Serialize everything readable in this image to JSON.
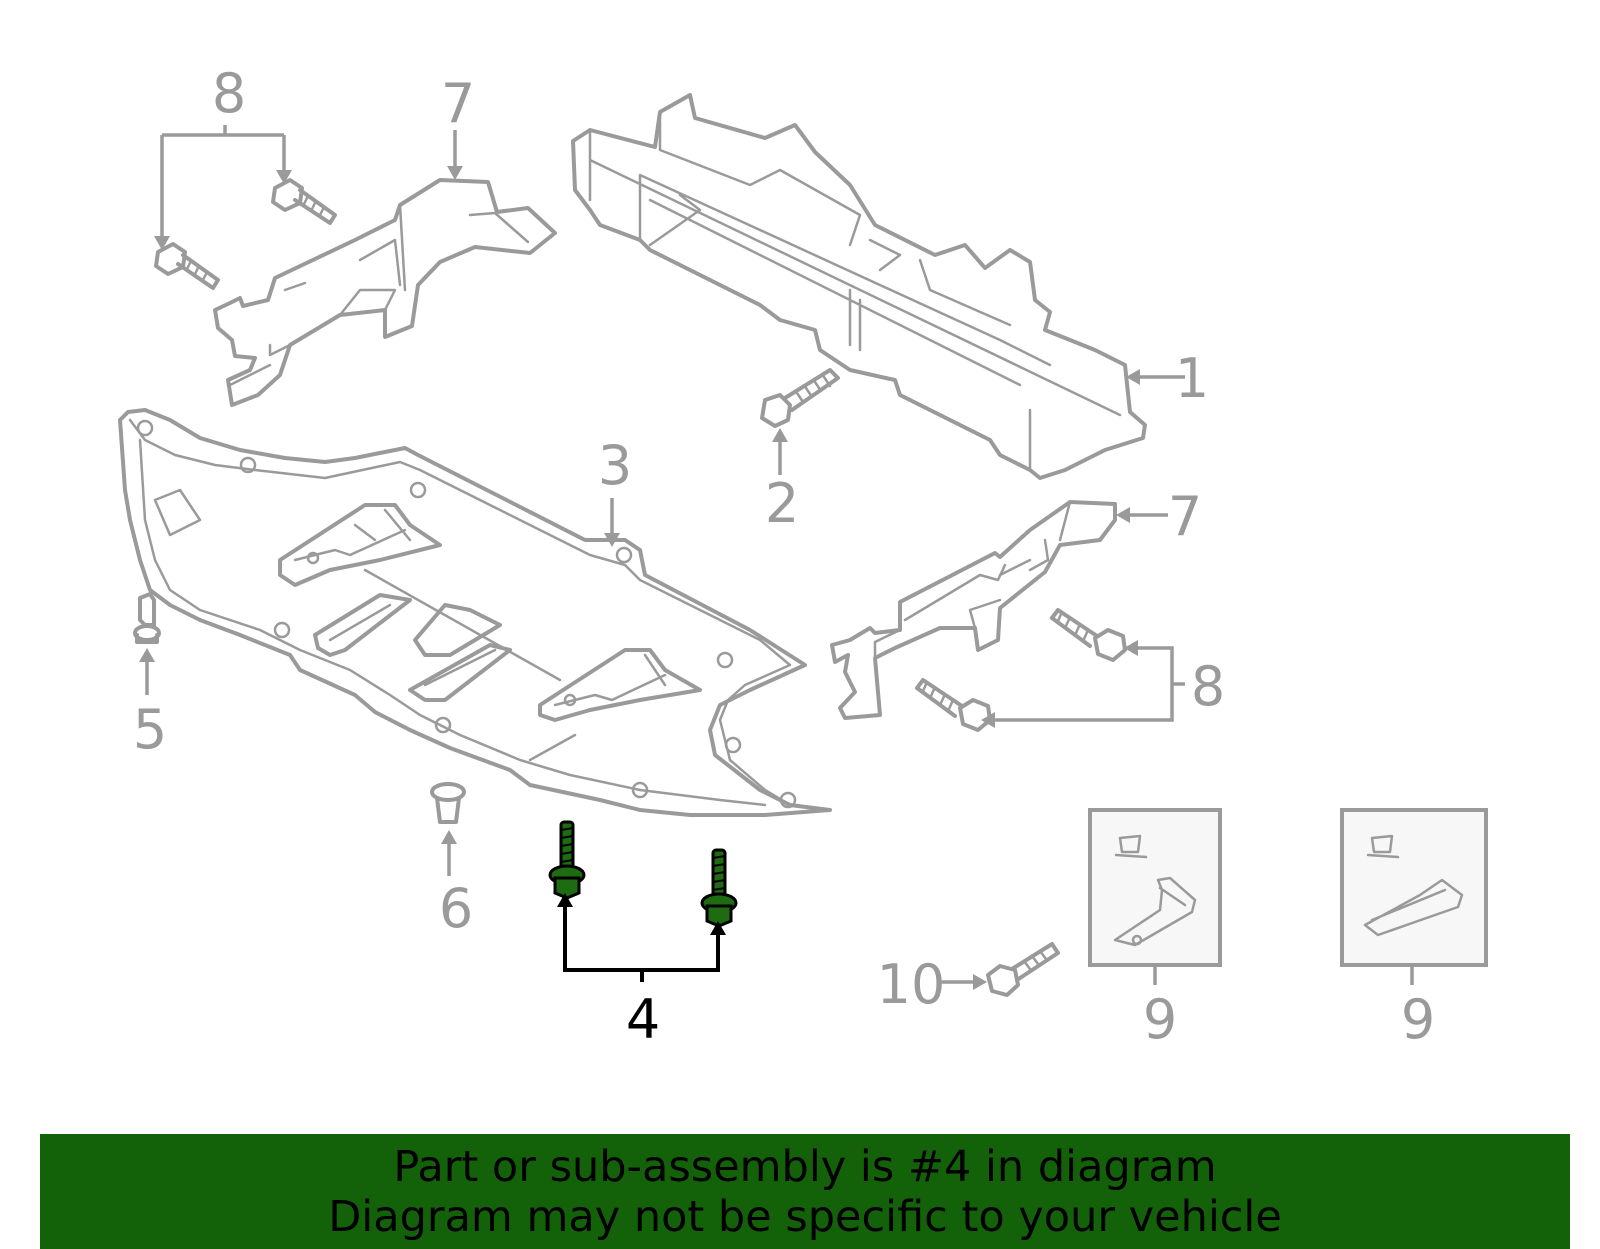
{
  "diagram": {
    "callouts": [
      {
        "id": "c1",
        "label": "1"
      },
      {
        "id": "c2",
        "label": "2"
      },
      {
        "id": "c3",
        "label": "3"
      },
      {
        "id": "c4",
        "label": "4"
      },
      {
        "id": "c5",
        "label": "5"
      },
      {
        "id": "c6",
        "label": "6"
      },
      {
        "id": "c7a",
        "label": "7"
      },
      {
        "id": "c7b",
        "label": "7"
      },
      {
        "id": "c8a",
        "label": "8"
      },
      {
        "id": "c8b",
        "label": "8"
      },
      {
        "id": "c9a",
        "label": "9"
      },
      {
        "id": "c9b",
        "label": "9"
      },
      {
        "id": "c10",
        "label": "10"
      }
    ],
    "highlighted_part": "4"
  },
  "colors": {
    "part_stroke": "#9a9a9a",
    "highlight_fill": "#1e6b12",
    "banner_bg": "#136109",
    "banner_text": "#000000"
  },
  "banner": {
    "line1": "Part or sub-assembly is #4 in diagram",
    "line2": "Diagram may not be specific to your vehicle"
  }
}
